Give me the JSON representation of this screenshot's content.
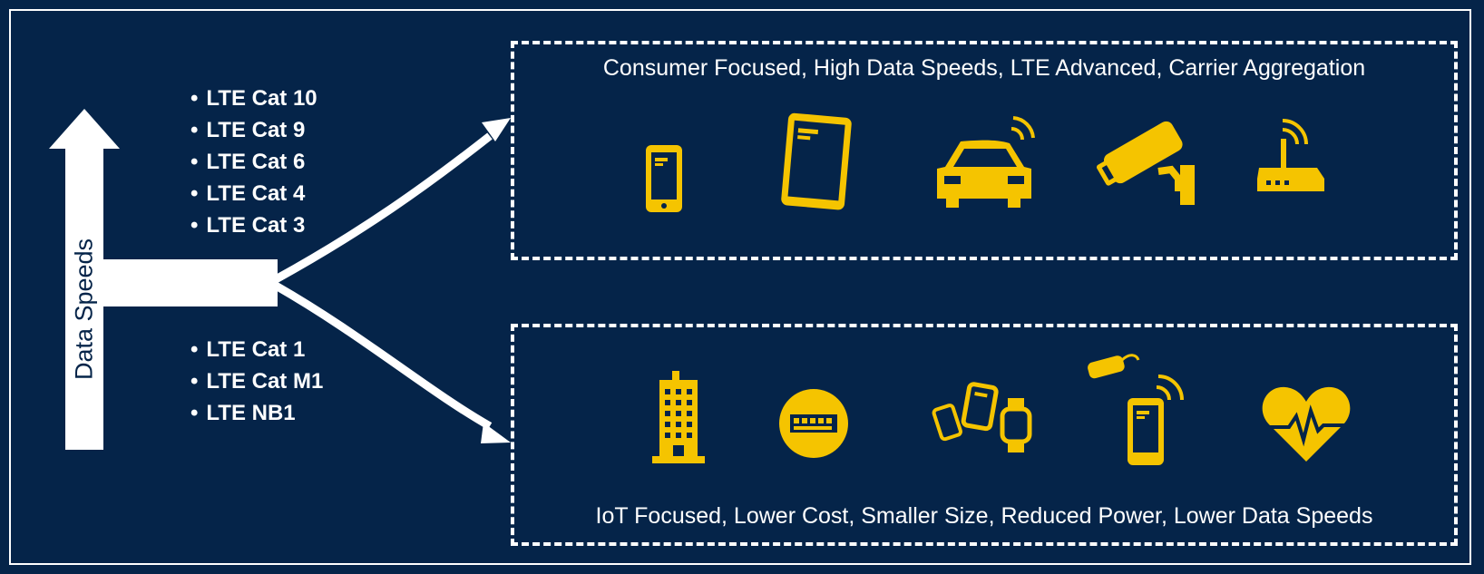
{
  "axis_label": "Data Speeds",
  "upper_categories": [
    "LTE Cat 10",
    "LTE Cat 9",
    "LTE Cat 6",
    "LTE Cat 4",
    "LTE Cat 3"
  ],
  "lower_categories": [
    "LTE Cat 1",
    "LTE Cat M1",
    "LTE NB1"
  ],
  "upper_box": {
    "caption": "Consumer Focused, High Data Speeds, LTE Advanced, Carrier Aggregation",
    "icons": [
      "smartphone-icon",
      "tablet-icon",
      "connected-car-icon",
      "security-camera-icon",
      "wifi-router-icon"
    ]
  },
  "lower_box": {
    "caption": "IoT Focused, Lower Cost, Smaller Size, Reduced Power, Lower Data Speeds",
    "icons": [
      "building-icon",
      "smart-meter-icon",
      "wearable-devices-icon",
      "tracker-phone-icon",
      "heart-rate-icon"
    ]
  },
  "colors": {
    "background": "#052449",
    "accent": "#f5c400",
    "line": "#ffffff"
  }
}
